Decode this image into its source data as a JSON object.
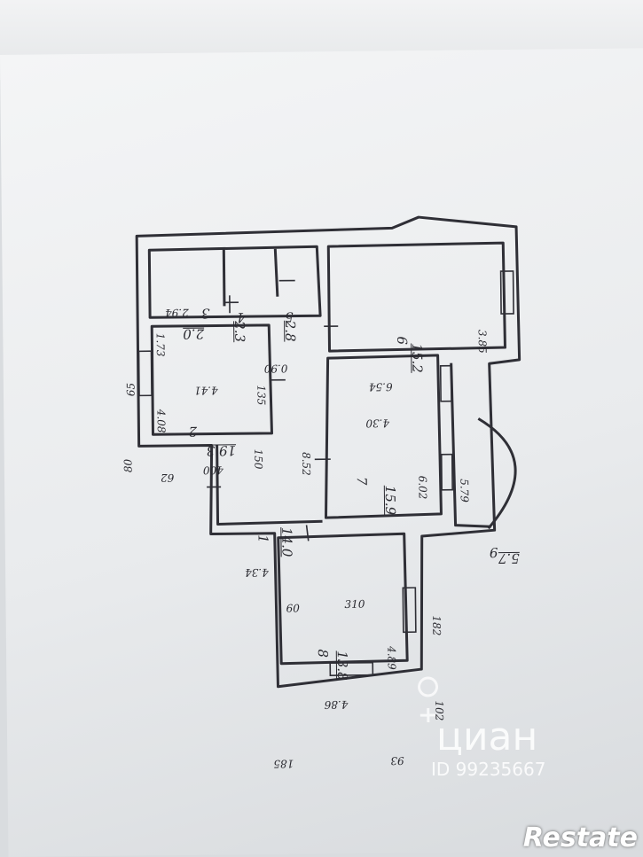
{
  "rooms": [
    {
      "num": "1",
      "area": "14.0"
    },
    {
      "num": "2",
      "area": "19.3"
    },
    {
      "num": "3",
      "area": "2.0"
    },
    {
      "num": "4",
      "area": "2.3"
    },
    {
      "num": "5",
      "area": "2.8"
    },
    {
      "num": "6",
      "area": "15.2"
    },
    {
      "num": "7",
      "area": "15.9"
    },
    {
      "num": "8",
      "area": "13.8"
    },
    {
      "num": "9",
      "area": "5.7"
    }
  ],
  "dims": {
    "d_294": "2.94",
    "d_173": "1.73",
    "d_090": "0.90",
    "d_654": "6.54",
    "d_385": "3.85",
    "d_441": "4.41",
    "d_135": "135",
    "d_408": "4.08",
    "d_400": "400",
    "d_150": "150",
    "d_62": "62",
    "d_852": "8.52",
    "d_430": "4.30",
    "d_602": "6.02",
    "d_579": "5.79",
    "d_434": "4.34",
    "d_65": "65",
    "d_80": "80",
    "d_60": "60",
    "d_310": "310",
    "d_182": "182",
    "d_489": "4.89",
    "d_486": "4.86",
    "d_102": "102",
    "d_185": "185",
    "d_93": "93"
  },
  "watermark": {
    "brand": "циан",
    "id": "ID 99235667"
  },
  "corner_brand": "Restate"
}
